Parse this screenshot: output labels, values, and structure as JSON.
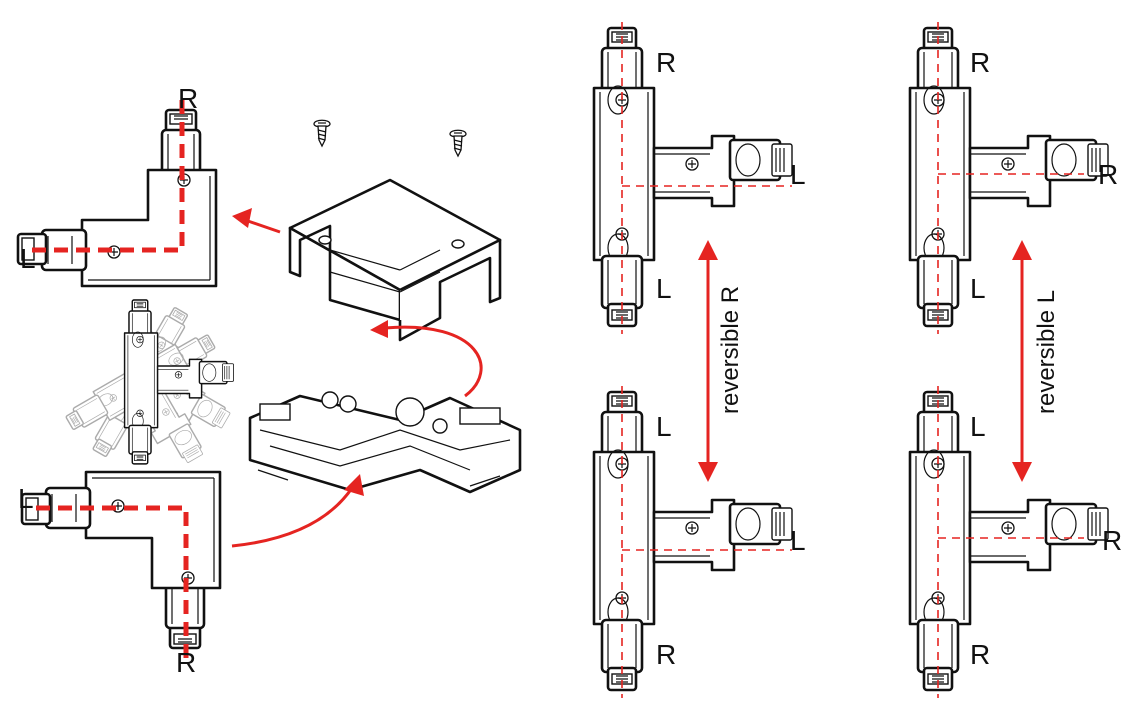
{
  "labels": {
    "l_connector_top": {
      "R": "R",
      "L": "L"
    },
    "l_connector_bottom": {
      "L": "L",
      "R": "R"
    },
    "t_reversible_r": {
      "top": {
        "R": "R",
        "L_side": "L",
        "L_bottom": "L"
      },
      "bottom": {
        "L_top": "L",
        "L_side": "L",
        "R_bottom": "R"
      },
      "caption": "reversible R"
    },
    "t_reversible_l": {
      "top": {
        "R": "R",
        "R_side": "R",
        "L_bottom": "L"
      },
      "bottom": {
        "L_top": "L",
        "R_side": "R",
        "R_bottom": "R"
      },
      "caption": "reversible L"
    }
  },
  "colors": {
    "accent": "#e52421",
    "line": "#111111",
    "background": "#ffffff"
  },
  "icons": [
    "screw-icon",
    "arrow-icon",
    "double-arrow-icon"
  ]
}
